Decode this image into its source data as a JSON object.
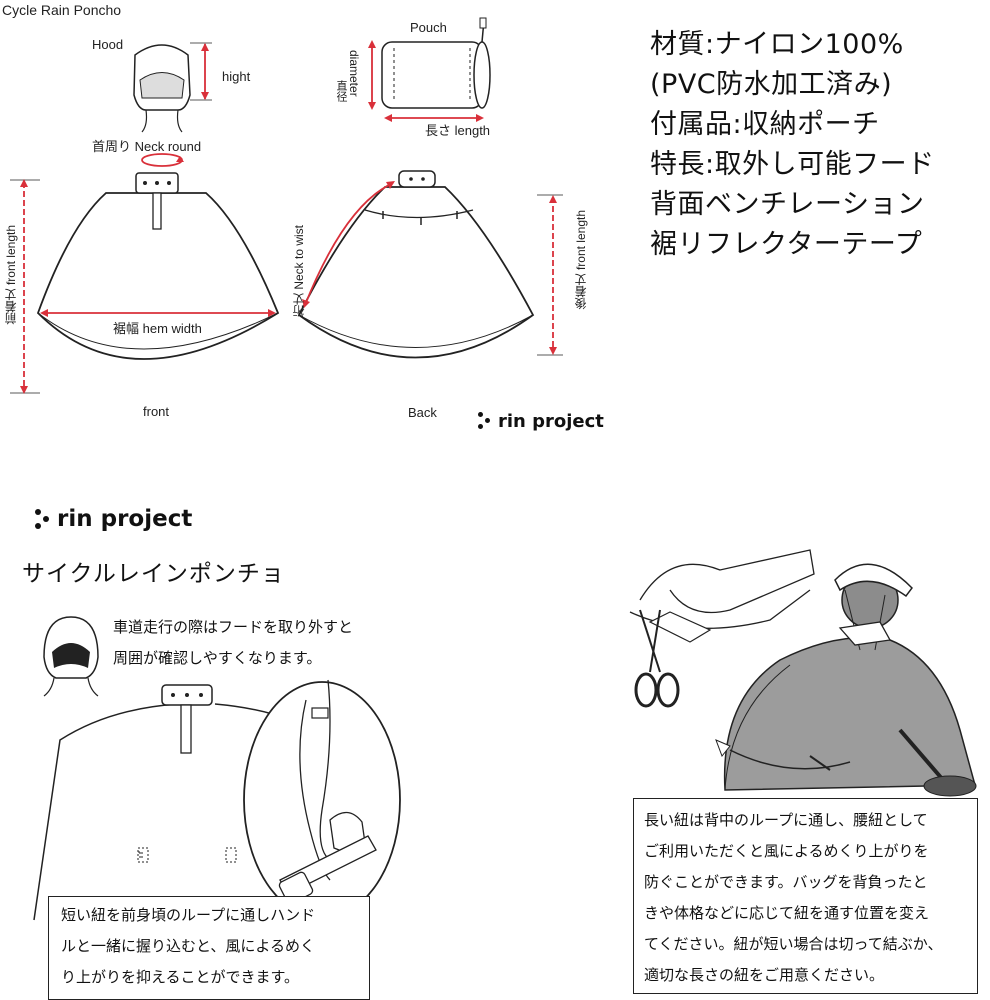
{
  "diagram": {
    "title": "Cycle Rain Poncho",
    "hood_label": "Hood",
    "hight_label": "hight",
    "neck_label": "首周り Neck round",
    "pouch_label": "Pouch",
    "diameter_jp": "直径",
    "diameter_en": "diameter",
    "length_label": "長さ length",
    "front_length_label": "前着丈 front length",
    "hem_width_label": "裾幅 hem width",
    "front_label": "front",
    "neck_to_wrist_label": "裄丈 Neck to wist",
    "back_length_label": "後着丈 front length",
    "back_label": "Back"
  },
  "brand": {
    "logo_top": "rin project",
    "logo_mid": "rin project"
  },
  "specs": [
    "材質:ナイロン100%",
    "(PVC防水加工済み)",
    "付属品:収納ポーチ",
    "特長:取外し可能フード",
    "背面ベンチレーション",
    "裾リフレクターテープ"
  ],
  "product_title": "サイクルレインポンチョ",
  "notes": {
    "hood_note": [
      "車道走行の際はフードを取り外すと",
      "周囲が確認しやすくなります。"
    ],
    "short_cord_note": [
      "短い紐を前身頃のループに通しハンド",
      "ルと一緒に握り込むと、風によるめく",
      "り上がりを抑えることができます。"
    ],
    "long_cord_note": [
      "長い紐は背中のループに通し、腰紐として",
      "ご利用いただくと風によるめくり上がりを",
      "防ぐことができます。バッグを背負ったと",
      "きや体格などに応じて紐を通す位置を変え",
      "てください。紐が短い場合は切って結ぶか、",
      "適切な長さの紐をご用意ください。"
    ]
  },
  "colors": {
    "accent": "#d9303a",
    "line": "#222222",
    "figure_gray": "#9c9c9c"
  }
}
